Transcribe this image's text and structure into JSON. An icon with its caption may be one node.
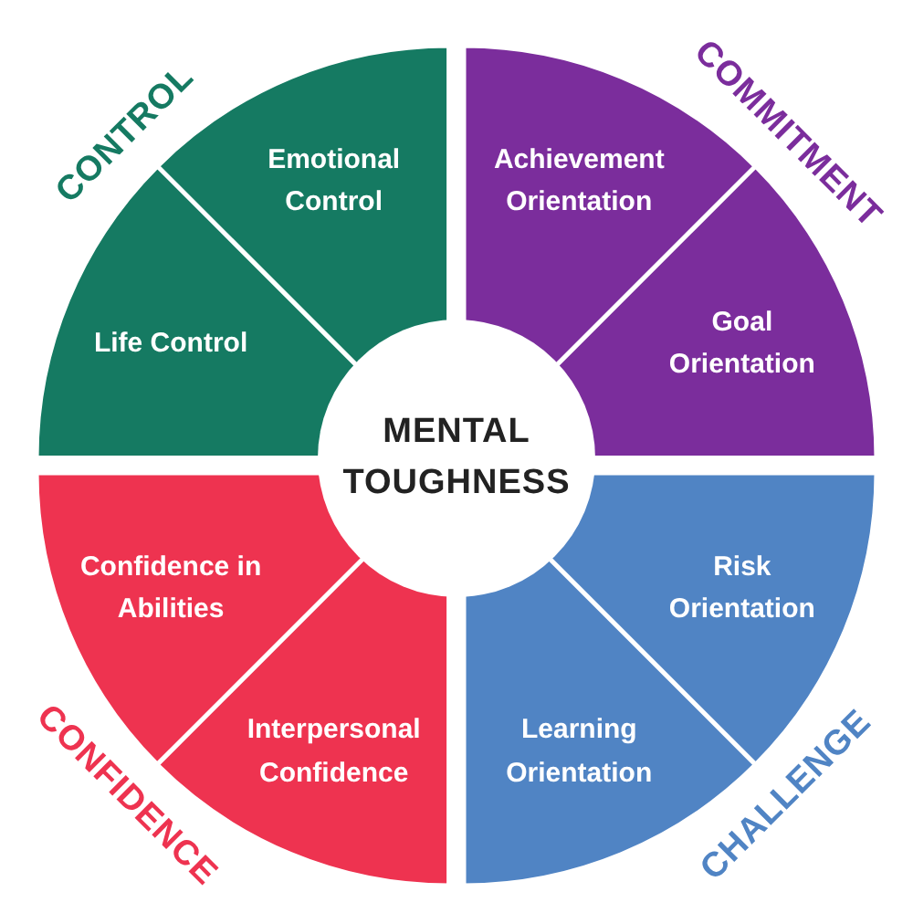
{
  "diagram": {
    "nodes": [
      {
        "text": [
          "CONTROL"
        ]
      },
      {
        "text": [
          "Emotional Control"
        ],
        "in": 0
      },
      {
        "text": [
          "Life Control"
        ],
        "in": 0
      },
      {
        "text": [
          "COMMITMENT"
        ]
      },
      {
        "text": [
          "Achievement Orientation"
        ],
        "in": 3
      },
      {
        "text": [
          "Goal Orientation"
        ],
        "in": 3
      },
      {
        "text": [
          "MENTAL TOUGHNESS"
        ]
      },
      {
        "text": [
          "CONFIDENCE"
        ]
      },
      {
        "text": [
          "Confidence in Abilities"
        ],
        "in": 7
      },
      {
        "text": [
          "Interpersonal Confidence"
        ],
        "in": 7
      },
      {
        "text": [
          "CHALLENGE"
        ]
      },
      {
        "text": [
          "Risk Orientation"
        ],
        "in": 10
      },
      {
        "text": [
          "Learning Orientation"
        ],
        "in": 10
      }
    ]
  }
}
